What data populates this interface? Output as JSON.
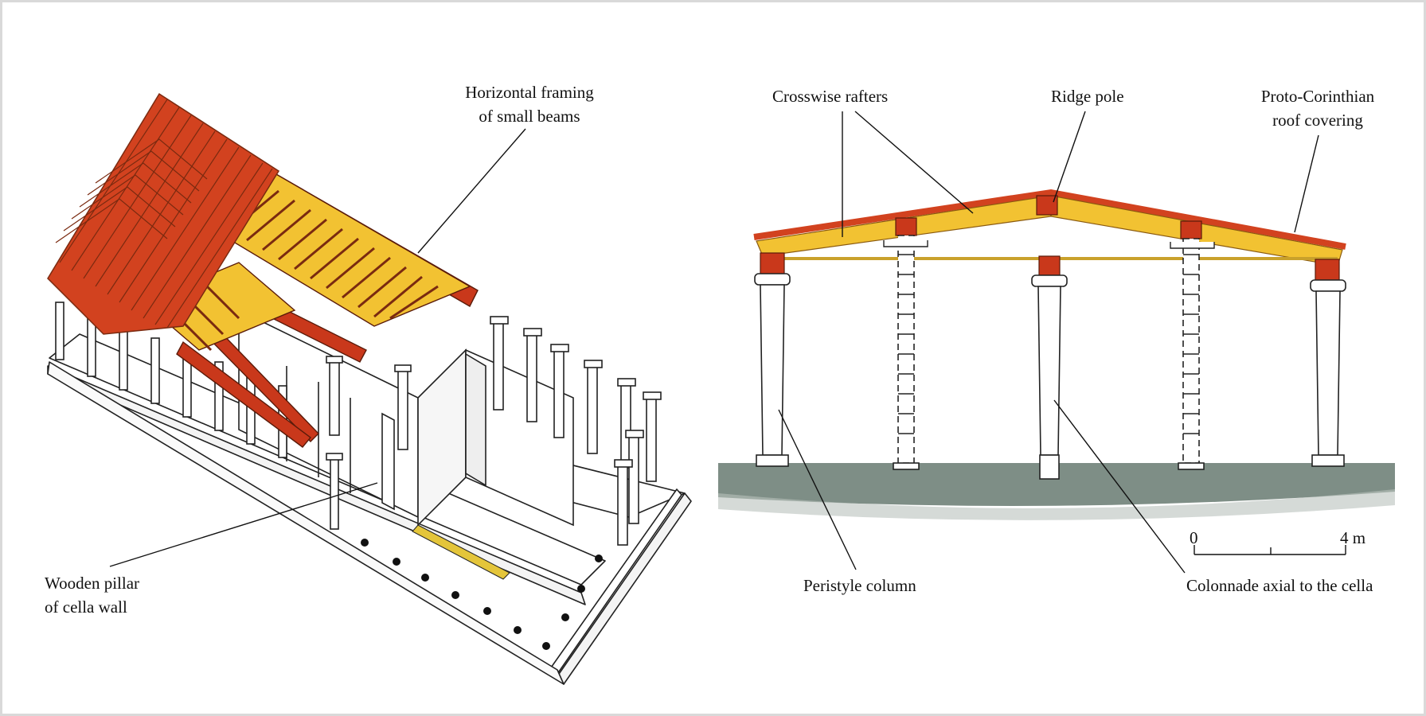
{
  "labels": {
    "horizontal_framing": [
      "Horizontal framing",
      "of small beams"
    ],
    "wooden_pillar": [
      "Wooden pillar",
      "of cella wall"
    ],
    "crosswise_rafters": "Crosswise rafters",
    "ridge_pole": "Ridge pole",
    "proto_corinthian": [
      "Proto-Corinthian",
      "roof covering"
    ],
    "peristyle_column": "Peristyle column",
    "colonnade_axial": "Colonnade axial to the cella"
  },
  "scale_bar": {
    "start": "0",
    "end": "4 m"
  },
  "colors": {
    "roof_red": "#d2421f",
    "beam_red": "#c9381b",
    "beam_yellow": "#f2c232",
    "ground": "#7e8e86"
  }
}
